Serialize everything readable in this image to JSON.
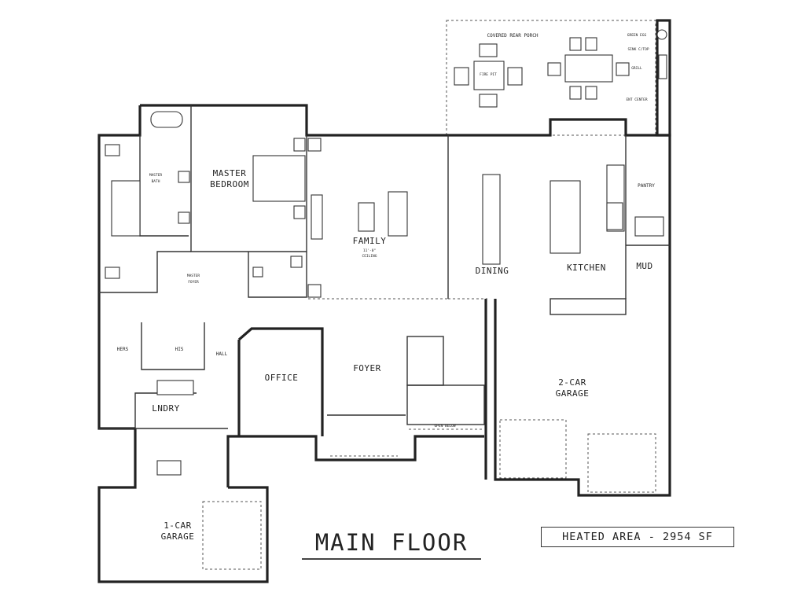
{
  "title": "MAIN FLOOR",
  "heated_area": "HEATED AREA - 2954 SF",
  "rooms": {
    "covered_rear_porch": "COVERED REAR PORCH",
    "fire_pit": "FIRE PIT",
    "green_egg": "GREEN EGG",
    "sink_cto": "SINK C/TOP",
    "grill": "GRILL",
    "ent_center": "ENT CENTER",
    "master_bedroom_1": "MASTER",
    "master_bedroom_2": "BEDROOM",
    "master_bath_1": "MASTER",
    "master_bath_2": "BATH",
    "master_foyer_1": "MASTER",
    "master_foyer_2": "FOYER",
    "family": "FAMILY",
    "ceiling_note_1": "11'-0\"",
    "ceiling_note_2": "CEILING",
    "dining": "DINING",
    "kitchen": "KITCHEN",
    "pantry": "PANTRY",
    "mud": "MUD",
    "hers": "HERS",
    "his": "HIS",
    "hall": "HALL",
    "office": "OFFICE",
    "foyer": "FOYER",
    "lndry": "LNDRY",
    "two_car_garage_1": "2-CAR",
    "two_car_garage_2": "GARAGE",
    "one_car_garage_1": "1-CAR",
    "one_car_garage_2": "GARAGE",
    "open_below": "OPEN BELOW"
  }
}
